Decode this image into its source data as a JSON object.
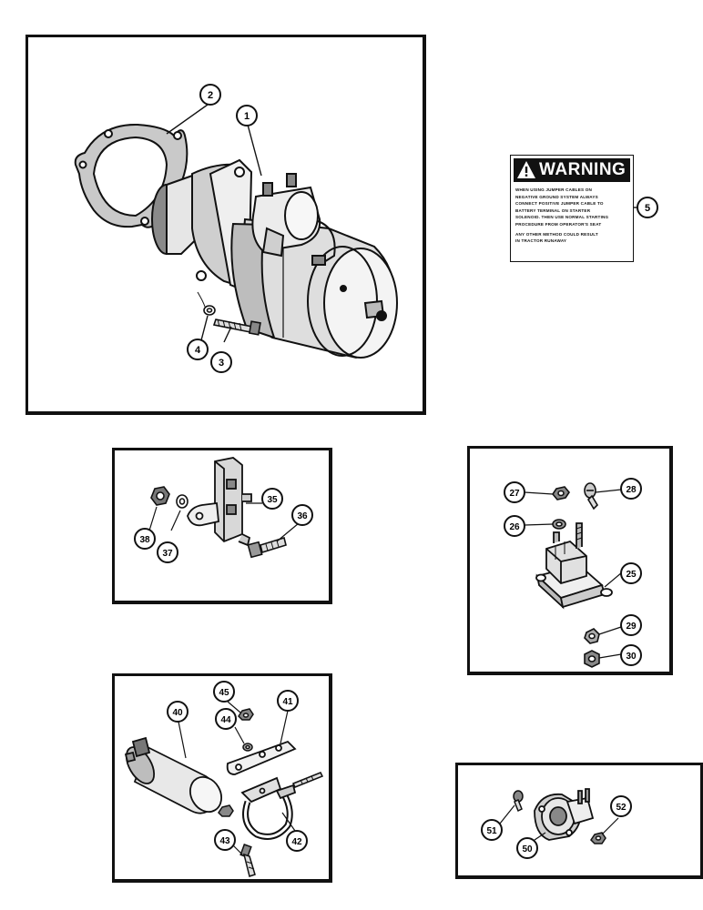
{
  "warning_label": {
    "heading": "WARNING",
    "lines": [
      "WHEN USING JUMPER CABLES ON",
      "NEGATIVE GROUND SYSTEM ALWAYS",
      "CONNECT POSITIVE JUMPER CABLE TO",
      "BATTERY TERMINAL ON STARTER",
      "SOLENOID. THEN USE NORMAL STARTING",
      "PROCEDURE FROM OPERATOR'S SEAT",
      "ANY OTHER METHOD COULD RESULT",
      "IN TRACTOR RUNAWAY"
    ],
    "callout": "5"
  },
  "panels": {
    "starter": {
      "callouts": [
        "1",
        "2",
        "3",
        "4"
      ]
    },
    "brush_assembly": {
      "callouts": [
        "35",
        "36",
        "37",
        "38"
      ]
    },
    "circuit_breaker": {
      "callouts": [
        "25",
        "26",
        "27",
        "28",
        "29",
        "30"
      ]
    },
    "coil": {
      "callouts": [
        "40",
        "41",
        "42",
        "43",
        "44",
        "45"
      ]
    },
    "switch": {
      "callouts": [
        "50",
        "51",
        "52"
      ]
    }
  }
}
